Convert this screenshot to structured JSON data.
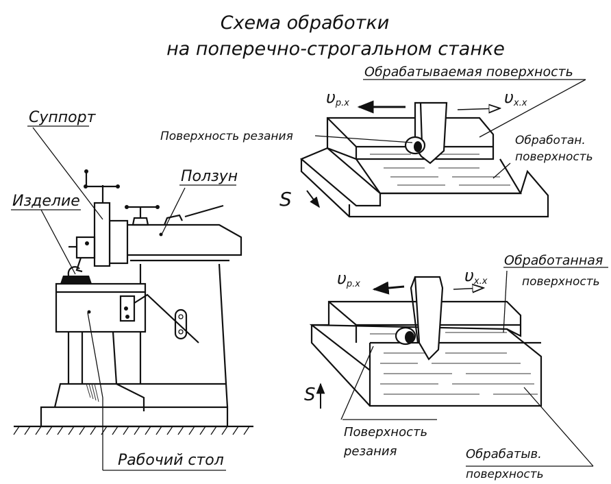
{
  "title": {
    "line1": "Схема обработки",
    "line2": "на поперечно-строгальном станке"
  },
  "machine": {
    "support": "Суппорт",
    "workpiece": "Изделие",
    "ram": "Ползун",
    "table": "Рабочий стол"
  },
  "top_scheme": {
    "machined_surface": "Обрабатываемая поверхность",
    "v_cut": "υ",
    "v_cut_sub": "р.х",
    "v_return": "υ",
    "v_return_sub": "х.х",
    "cutting_surface": "Поверхность резания",
    "finished_line1": "Обработан.",
    "finished_line2": "поверхность",
    "feed": "S"
  },
  "bottom_scheme": {
    "v_cut": "υ",
    "v_cut_sub": "р.х",
    "v_return": "υ",
    "v_return_sub": "х.х",
    "finished_line1": "Обработанная",
    "finished_line2": "поверхность",
    "feed": "S",
    "cutting_line1": "Поверхность",
    "cutting_line2": "резания",
    "machined_line1": "Обрабатыв.",
    "machined_line2": "поверхность"
  }
}
